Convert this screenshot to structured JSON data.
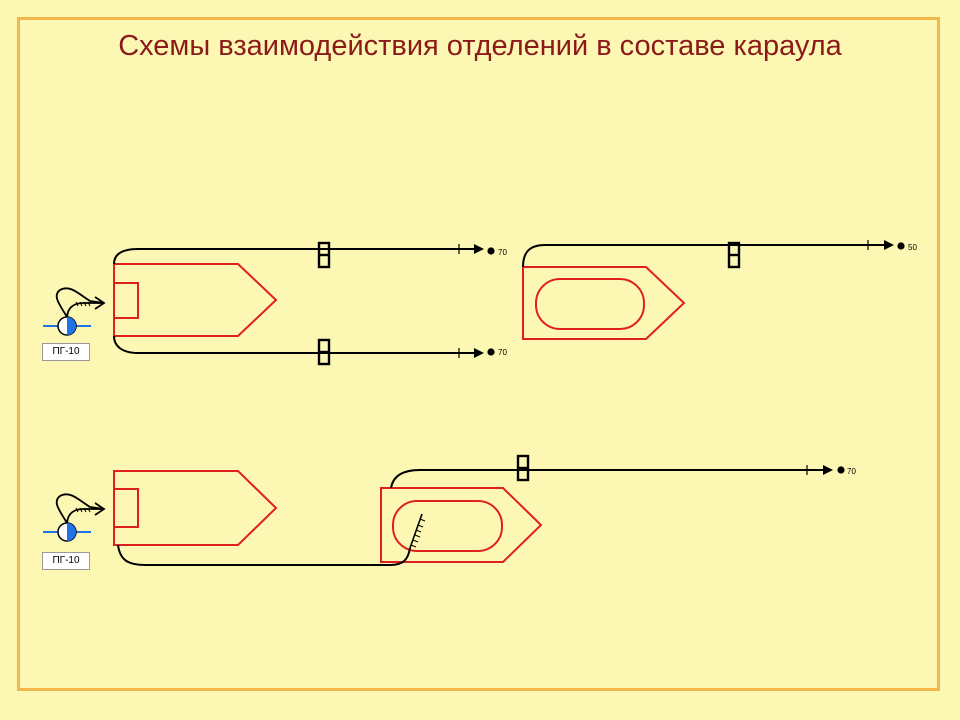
{
  "title": "Схемы взаимодействия отделений в составе караула",
  "hydrant_label_1": "ПГ-10",
  "hydrant_label_2": "ПГ-10",
  "nozzle_1": "70",
  "nozzle_2": "70",
  "nozzle_3": "50",
  "nozzle_4": "70",
  "colors": {
    "background": "#FCF8B3",
    "frame": "#F3B74A",
    "title": "#8C1A1A",
    "truck": "#E02020",
    "hose": "#000000",
    "hydrant": "#1E73E8"
  }
}
